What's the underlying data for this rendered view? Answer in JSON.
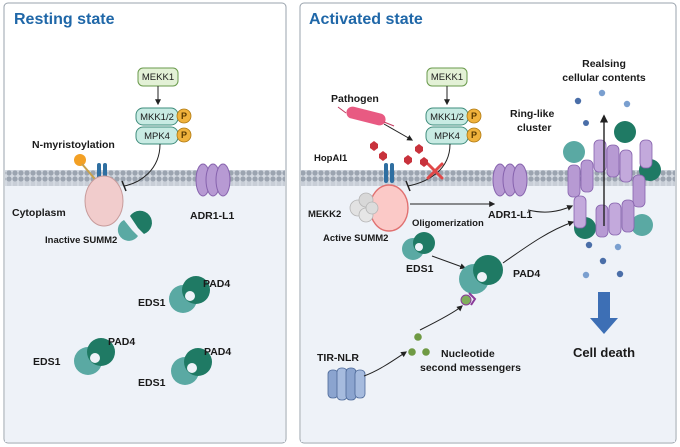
{
  "left_panel": {
    "title": "Resting state",
    "n_myristoylation": "N-myristoylation",
    "cytoplasm": "Cytoplasm",
    "inactive_summ2": "Inactive SUMM2",
    "adr1": "ADR1-L1",
    "mekk1": "MEKK1",
    "mkk12": "MKK1/2",
    "mpk4": "MPK4",
    "p": "P",
    "eds1": "EDS1",
    "pad4": "PAD4"
  },
  "right_panel": {
    "title": "Activated state",
    "pathogen": "Pathogen",
    "hopai1": "HopAI1",
    "mekk1": "MEKK1",
    "mkk12": "MKK1/2",
    "mpk4": "MPK4",
    "p": "P",
    "mekk2": "MEKK2",
    "active_summ2": "Active SUMM2",
    "oligomerization": "Oligomerization",
    "adr1": "ADR1-L1",
    "eds1": "EDS1",
    "pad4": "PAD4",
    "ring_cluster_1": "Ring-like",
    "ring_cluster_2": "cluster",
    "release_1": "Realsing",
    "release_2": "cellular contents",
    "cell_death": "Cell death",
    "tir_nlr": "TIR-NLR",
    "nucleotide_1": "Nucleotide",
    "nucleotide_2": "second  messengers"
  },
  "colors": {
    "title_blue": "#1f67a8",
    "cytoplasm_bg": "#eef2f8",
    "membrane_gray": "#a9b1bc",
    "box_green": "#e3f1d6",
    "box_mint": "#c8ebe3",
    "phospho_orange": "#f0b23c",
    "adr1_purple": "#b79ad3",
    "summ2_pink": "#f1cccc",
    "eds1_teal": "#5aa9a3",
    "pad4_green": "#1f7a64",
    "pathogen_pink": "#e85a82",
    "effector_red": "#c8323c",
    "cross_red": "#e04848",
    "arrow_blue": "#3d6fb5",
    "tir_blue": "#8ba4cf"
  }
}
